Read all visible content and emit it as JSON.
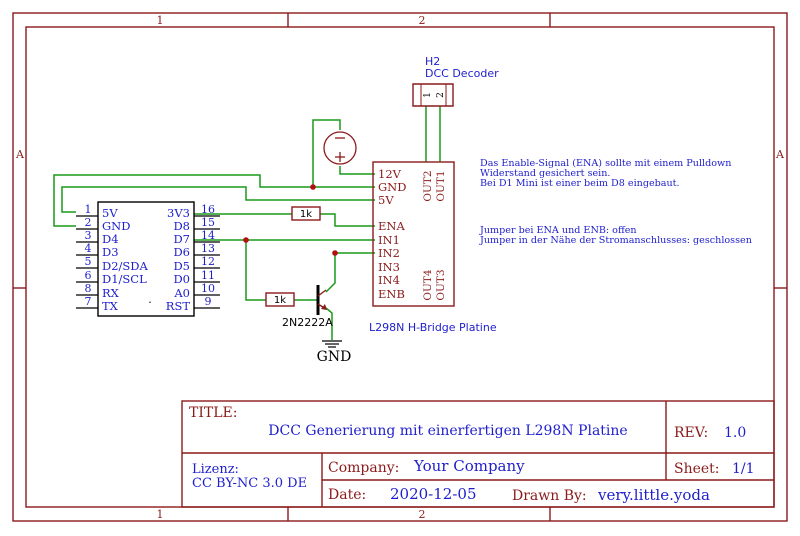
{
  "colors": {
    "frame": "#8b1a1a",
    "wire": "#1a9a1a",
    "text_blue": "#1e1ecc",
    "junction": "#b01010",
    "black": "#000000"
  },
  "frame": {
    "col1": "1",
    "col2": "2",
    "row_a_left": "A",
    "row_a_right": "A"
  },
  "h2": {
    "ref": "H2",
    "value": "DCC Decoder",
    "pin1": "1",
    "pin2": "2"
  },
  "l298n": {
    "label": "L298N H-Bridge Platine",
    "pins_left": [
      "12V",
      "GND",
      "5V",
      "ENA",
      "IN1",
      "IN2",
      "IN3",
      "IN4",
      "ENB"
    ],
    "out_top": [
      "OUT2",
      "OUT1"
    ],
    "out_bottom": [
      "OUT4",
      "OUT3"
    ]
  },
  "d1mini": {
    "left_nums": [
      "1",
      "2",
      "3",
      "4",
      "5",
      "6",
      "8",
      "7"
    ],
    "left_names": [
      "5V",
      "GND",
      "D4",
      "D3",
      "D2/SDA",
      "D1/SCL",
      "RX",
      "TX"
    ],
    "right_nums": [
      "16",
      "15",
      "14",
      "13",
      "12",
      "11",
      "10",
      "9"
    ],
    "right_names": [
      "3V3",
      "D8",
      "D7",
      "D6",
      "D5",
      "D0",
      "A0",
      "RST"
    ],
    "dot": "·"
  },
  "resistors": {
    "r_top": "1k",
    "r_bottom": "1k"
  },
  "transistor": {
    "label": "2N2222A"
  },
  "ground": {
    "label": "GND"
  },
  "notes": {
    "enable_note": [
      "Das Enable-Signal (ENA) sollte mit einem Pulldown",
      "Widerstand gesichert sein.",
      "Bei D1 Mini ist einer beim D8 eingebaut."
    ],
    "jumper_note": [
      "Jumper bei ENA und ENB: offen",
      "Jumper in der Nähe der Stromanschlusses: geschlossen"
    ]
  },
  "title_block": {
    "title_label": "TITLE:",
    "title": "DCC Generierung mit einerfertigen L298N Platine",
    "rev_label": "REV:",
    "rev": "1.0",
    "license_label": "Lizenz:",
    "license": "CC BY-NC 3.0 DE",
    "company_label": "Company:",
    "company": "Your Company",
    "sheet_label": "Sheet:",
    "sheet": "1/1",
    "date_label": "Date:",
    "date": "2020-12-05",
    "drawn_label": "Drawn By:",
    "drawn": "very.little.yoda"
  }
}
